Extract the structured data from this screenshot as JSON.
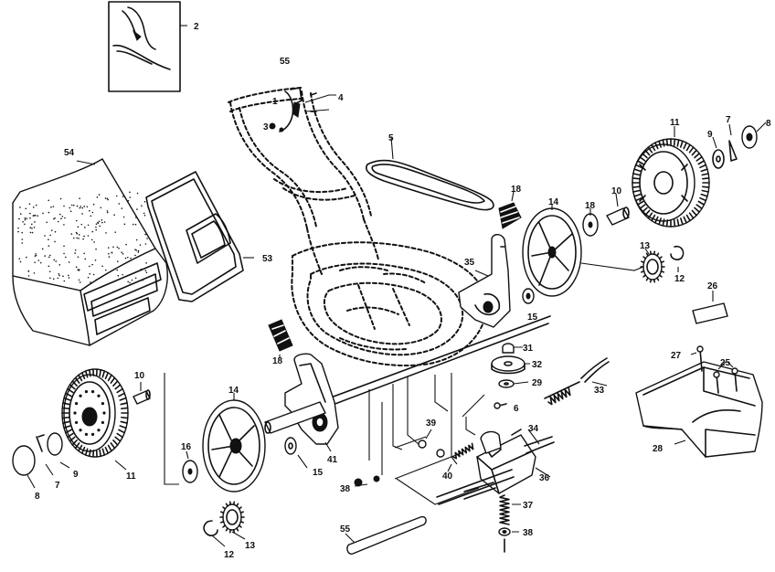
{
  "callouts": {
    "p2": "2",
    "p55a": "55",
    "p1": "1",
    "p3": "3",
    "p4": "4",
    "p5": "5",
    "p11r": "11",
    "p9r": "9",
    "p7r": "7",
    "p8r": "8",
    "p18a": "18",
    "p14r": "14",
    "p18b": "18",
    "p10r": "10",
    "p54": "54",
    "p53": "53",
    "p35": "35",
    "p13r": "13",
    "p12r": "12",
    "p15r": "15",
    "p26": "26",
    "p18c": "18",
    "p31": "31",
    "p32": "32",
    "p27": "27",
    "p25": "25",
    "p29": "29",
    "p10l": "10",
    "p14l": "14",
    "p33": "33",
    "p6": "6",
    "p39": "39",
    "p34": "34",
    "p28": "28",
    "p16": "16",
    "p41": "41",
    "p15l": "15",
    "p40": "40",
    "p38a": "38",
    "p36": "36",
    "p37": "37",
    "p38b": "38",
    "p55b": "55",
    "p8l": "8",
    "p7l": "7",
    "p9l": "9",
    "p11l": "11",
    "p12l": "12",
    "p13l": "13"
  }
}
